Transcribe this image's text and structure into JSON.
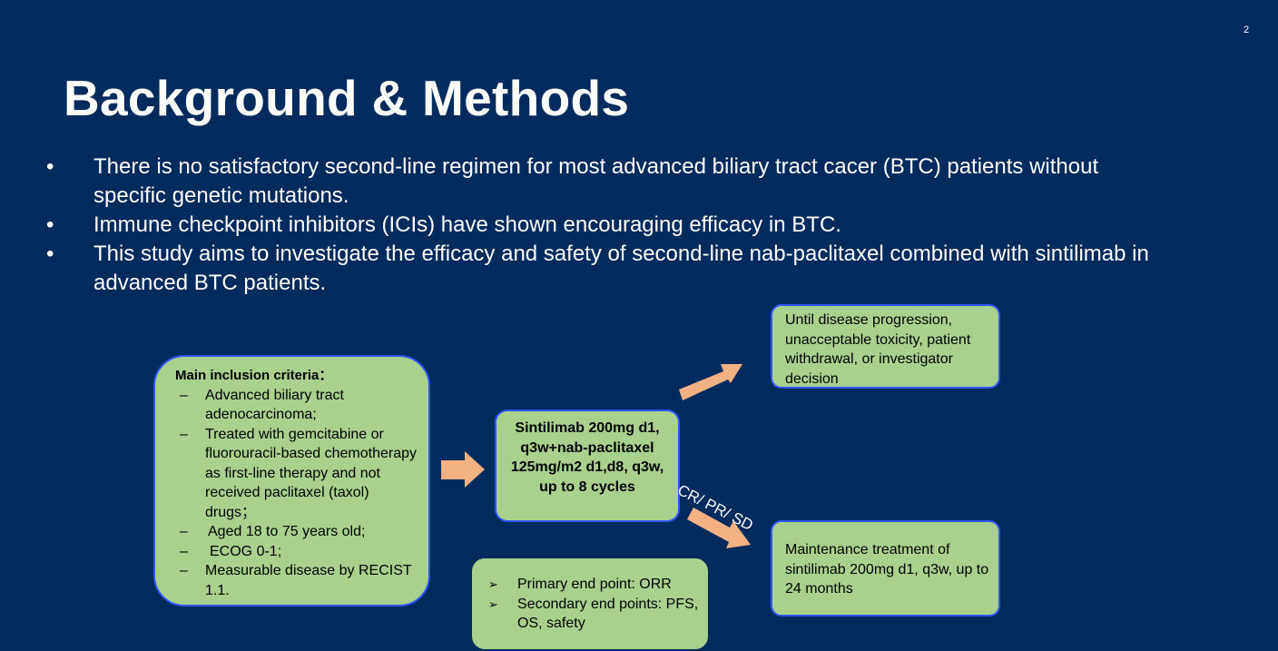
{
  "slide": {
    "page_number": "2",
    "title": "Background & Methods"
  },
  "bullets": [
    {
      "marker": "•",
      "text": "There is no satisfactory second-line regimen for most advanced biliary tract cacer (BTC) patients without specific genetic mutations."
    },
    {
      "marker": "•",
      "text": "Immune checkpoint inhibitors (ICIs) have shown encouraging efficacy in BTC."
    },
    {
      "marker": "•",
      "text": "This study aims to investigate the efficacy and safety of second-line nab-paclitaxel combined with sintilimab in advanced BTC patients."
    }
  ],
  "inclusion": {
    "heading": "Main inclusion criteria：",
    "dash": "–",
    "items": [
      "Advanced biliary tract adenocarcinoma;",
      "Treated with gemcitabine or fluorouracil-based chemotherapy as first-line therapy and not received paclitaxel (taxol) drugs；",
      "Aged 18 to 75 years old;",
      "ECOG 0-1;",
      "Measurable disease by RECIST 1.1."
    ]
  },
  "regimen": {
    "text": "Sintilimab 200mg d1, q3w+nab-paclitaxel 125mg/m2 d1,d8, q3w, up to 8 cycles"
  },
  "outcomes": {
    "until_text": "Until disease progression, unacceptable toxicity, patient withdrawal, or investigator decision",
    "response_label": "CR/ PR/ SD",
    "maintenance_text": "Maintenance treatment of sintilimab 200mg d1, q3w, up to 24 months"
  },
  "endpoints": {
    "marker": "➢",
    "items": [
      "Primary end point: ORR",
      "Secondary end points: PFS, OS, safety"
    ]
  },
  "colors": {
    "background": "#002b5c",
    "box_fill": "#a9d18e",
    "box_border": "#2f55ff",
    "arrow": "#f4b183"
  }
}
